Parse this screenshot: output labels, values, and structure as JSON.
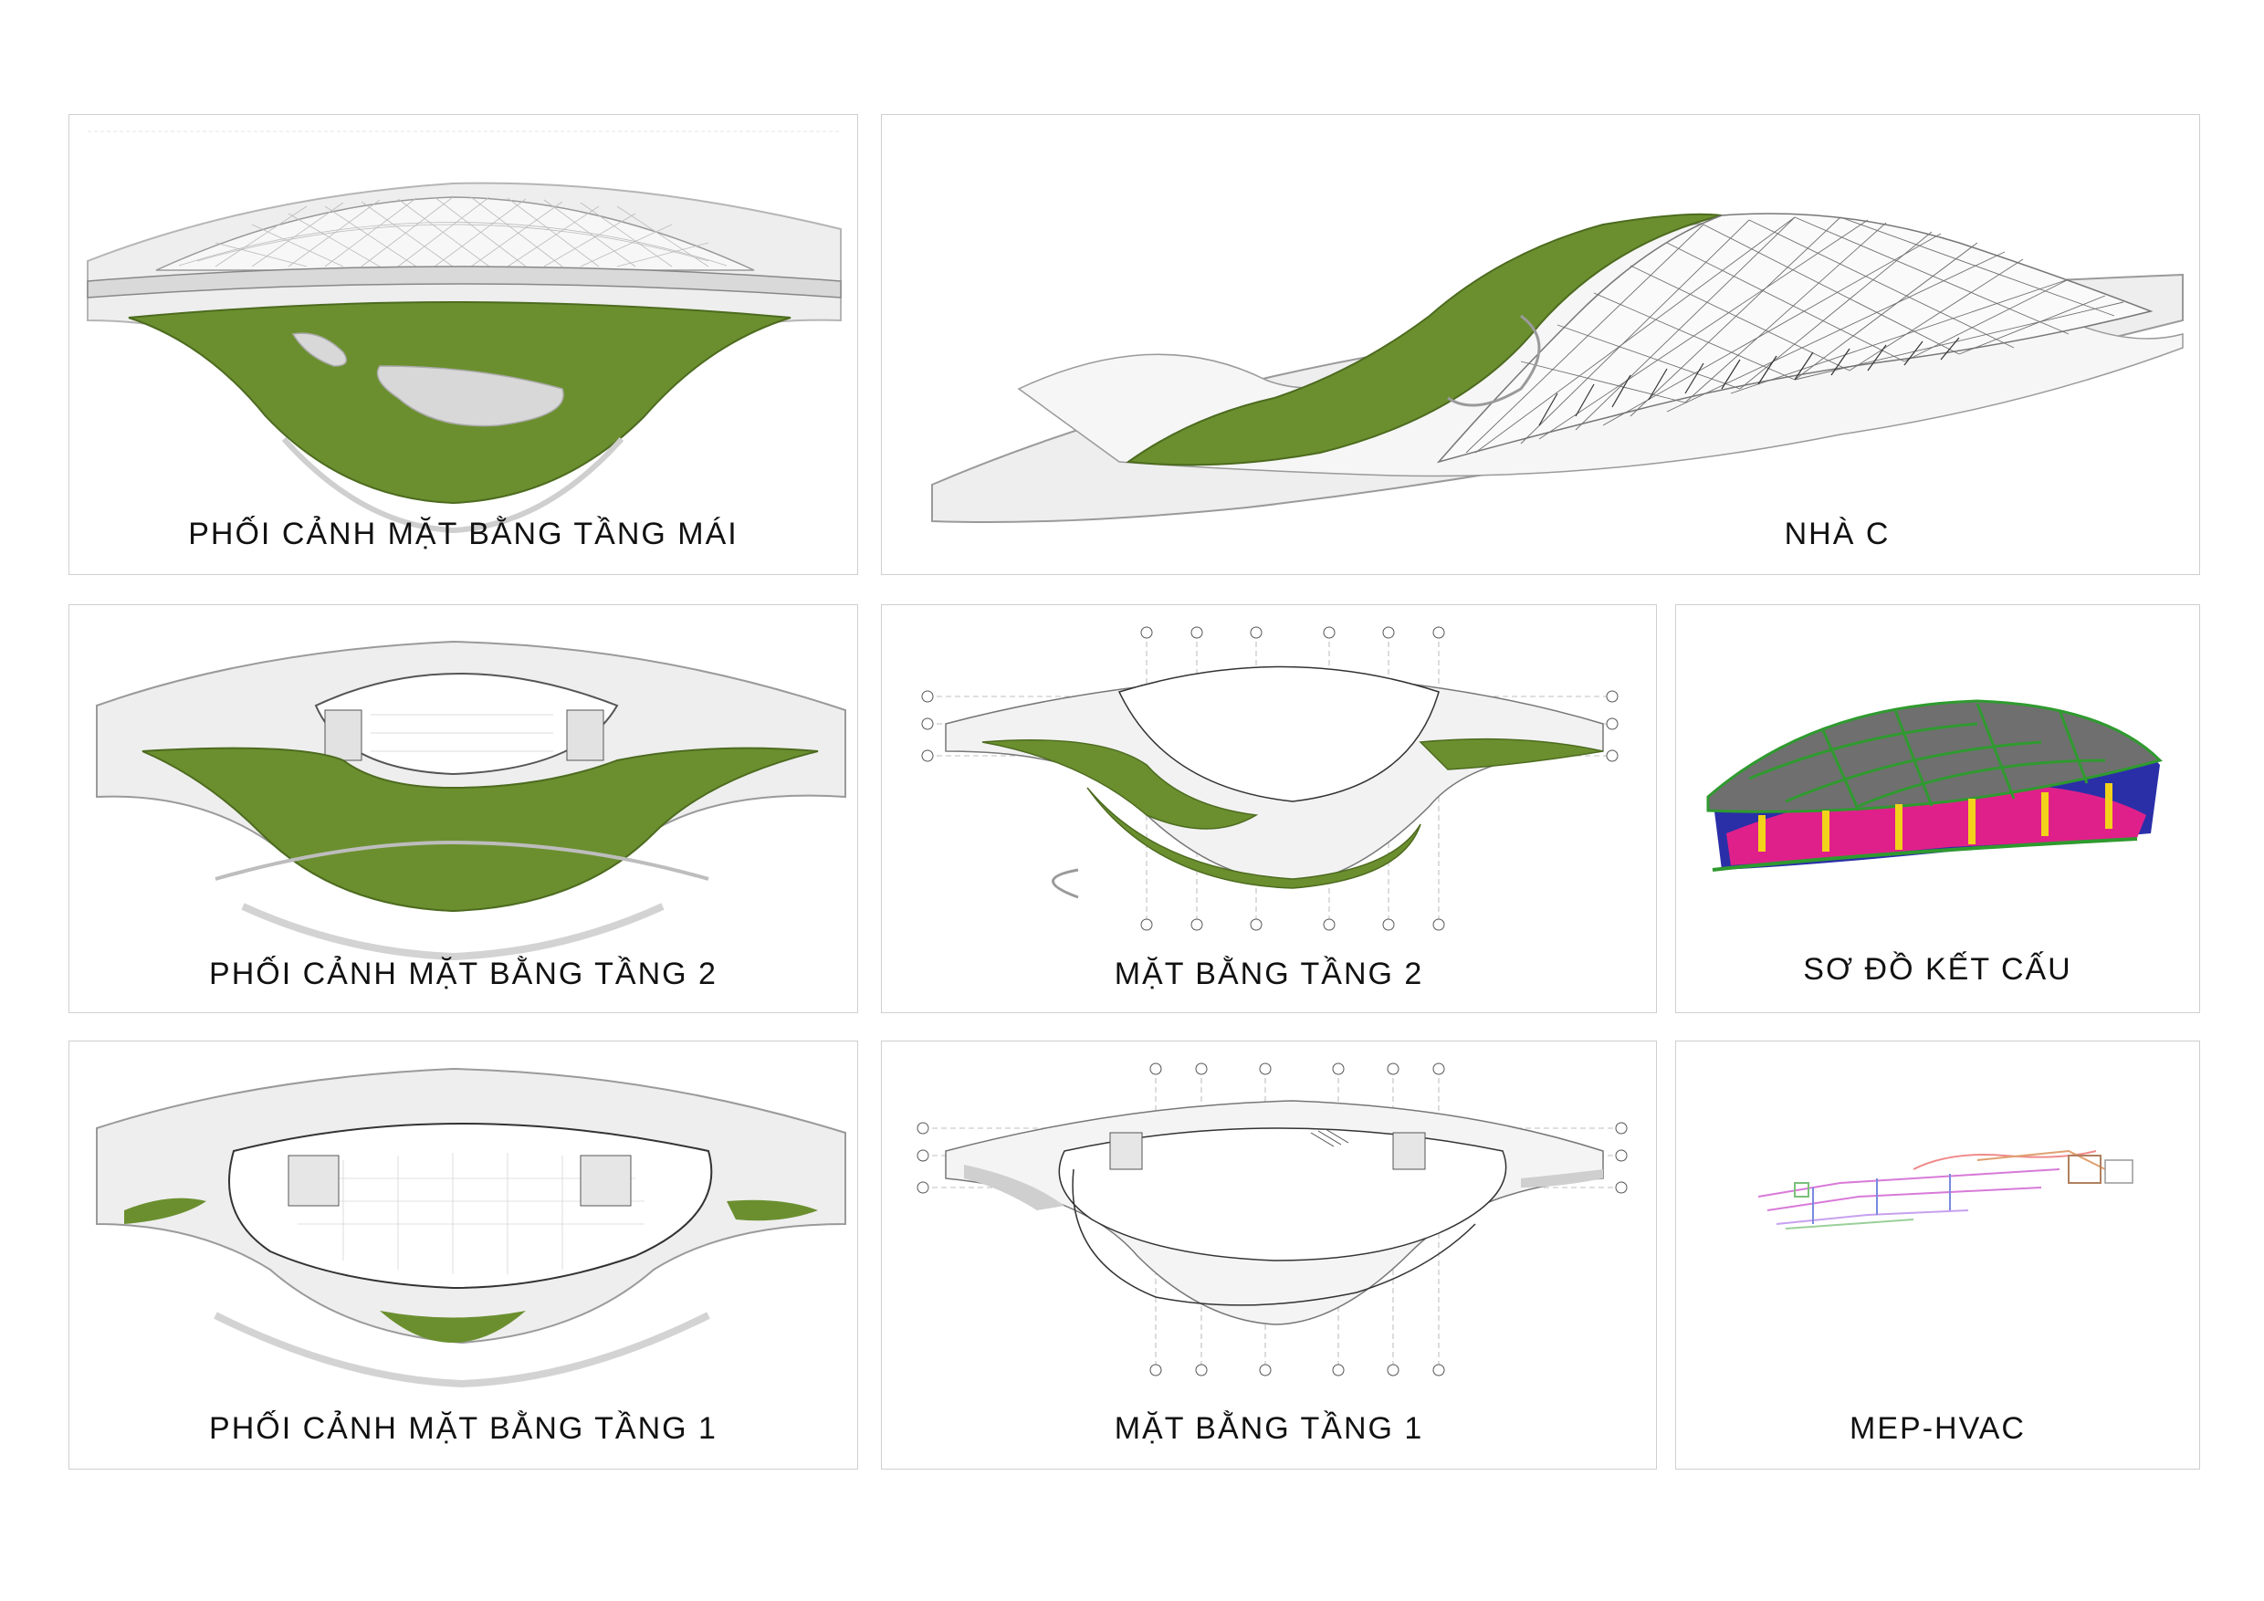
{
  "panels": {
    "roof_perspective": {
      "caption": "PHỐI CẢNH MẶT BẰNG TẦNG MÁI"
    },
    "building_c": {
      "caption": "NHÀ C"
    },
    "floor2_perspective": {
      "caption": "PHỐI CẢNH MẶT BẰNG TẦNG 2"
    },
    "floor2_plan": {
      "caption": "MẶT BẰNG TẦNG 2"
    },
    "structure_diagram": {
      "caption": "SƠ ĐỒ KẾT CẤU"
    },
    "floor1_perspective": {
      "caption": "PHỐI CẢNH MẶT BẰNG TẦNG 1"
    },
    "floor1_plan": {
      "caption": "MẶT BẰNG TẦNG 1"
    },
    "mep_hvac": {
      "caption": "MEP-HVAC"
    }
  },
  "colors": {
    "green_roof": "#6b8f2f",
    "structure_gray": "#6f6f6f",
    "structure_green": "#2f9a2f",
    "structure_magenta": "#e0208a",
    "structure_blue": "#1f3a8f",
    "structure_yellow": "#f2d21a",
    "panel_border": "#cfcfcf"
  }
}
